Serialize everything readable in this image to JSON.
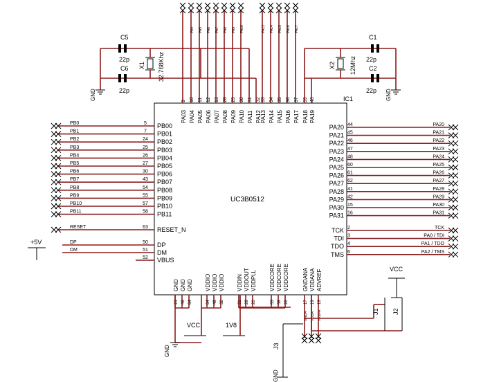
{
  "ic": {
    "name": "UC3B0512",
    "ref": "IC1",
    "left_pins": [
      {
        "net": "PB0",
        "num": "5",
        "name": "PB00"
      },
      {
        "net": "PB1",
        "num": "7",
        "name": "PB01"
      },
      {
        "net": "PB2",
        "num": "24",
        "name": "PB02"
      },
      {
        "net": "PB3",
        "num": "25",
        "name": "PB03"
      },
      {
        "net": "PB4",
        "num": "26",
        "name": "PB04"
      },
      {
        "net": "PB5",
        "num": "27",
        "name": "PB05"
      },
      {
        "net": "PB6",
        "num": "30",
        "name": "PB06"
      },
      {
        "net": "PB7",
        "num": "43",
        "name": "PB07"
      },
      {
        "net": "PB8",
        "num": "54",
        "name": "PB08"
      },
      {
        "net": "PB9",
        "num": "55",
        "name": "PB09"
      },
      {
        "net": "PB10",
        "num": "57",
        "name": "PB10"
      },
      {
        "net": "PB11",
        "num": "58",
        "name": "PB11"
      },
      {
        "net": "RESET",
        "num": "63",
        "name": "RESET_N"
      },
      {
        "net": "DP",
        "num": "50",
        "name": "DP"
      },
      {
        "net": "DM",
        "num": "51",
        "name": "DM"
      },
      {
        "net": "",
        "num": "52",
        "name": "VBUS"
      }
    ],
    "right_pins": [
      {
        "net": "PA20",
        "num": "44",
        "name": "PA20"
      },
      {
        "net": "PA21",
        "num": "45",
        "name": "PA21"
      },
      {
        "net": "PA22",
        "num": "46",
        "name": "PA22"
      },
      {
        "net": "PA23",
        "num": "47",
        "name": "PA23"
      },
      {
        "net": "PA24",
        "num": "48",
        "name": "PA24"
      },
      {
        "net": "PA25",
        "num": "60",
        "name": "PA25"
      },
      {
        "net": "PA26",
        "num": "61",
        "name": "PA26"
      },
      {
        "net": "PA27",
        "num": "62",
        "name": "PA27"
      },
      {
        "net": "PA28",
        "num": "41",
        "name": "PA28"
      },
      {
        "net": "PA29",
        "num": "42",
        "name": "PA29"
      },
      {
        "net": "PA30",
        "num": "15",
        "name": "PA30"
      },
      {
        "net": "PA31",
        "num": "16",
        "name": "PA31"
      },
      {
        "net": "TCK",
        "num": "2",
        "name": "TCK"
      },
      {
        "net": "PA0 / TDI",
        "num": "3",
        "name": "TDI"
      },
      {
        "net": "PA1 / TDO",
        "num": "4",
        "name": "TDO"
      },
      {
        "net": "PA2 / TMS",
        "num": "6",
        "name": "TMS"
      }
    ],
    "top_pins": [
      {
        "net": "",
        "num": "9",
        "name": "PA03"
      },
      {
        "net": "PA4",
        "num": "10",
        "name": "PA04"
      },
      {
        "net": "PA5",
        "num": "11",
        "name": "PA05"
      },
      {
        "net": "PA6",
        "num": "12",
        "name": "PA06"
      },
      {
        "net": "PA7",
        "num": "13",
        "name": "PA07"
      },
      {
        "net": "PA8",
        "num": "28",
        "name": "PA08"
      },
      {
        "net": "PA9",
        "num": "29",
        "name": "PA09"
      },
      {
        "net": "PA10",
        "num": "30",
        "name": "PA10"
      },
      {
        "net": "",
        "num": "31",
        "name": "PA11"
      },
      {
        "net": "",
        "num": "32",
        "name": "PA12"
      },
      {
        "net": "PA13",
        "num": "33",
        "name": "PA13"
      },
      {
        "net": "PA14",
        "num": "34",
        "name": "PA14"
      },
      {
        "net": "PA15",
        "num": "35",
        "name": "PA15"
      },
      {
        "net": "PA16",
        "num": "36",
        "name": "PA16"
      },
      {
        "net": "PA17",
        "num": "37",
        "name": "PA17"
      },
      {
        "net": "",
        "num": "39",
        "name": "PA18"
      },
      {
        "net": "",
        "num": "40",
        "name": "PA19"
      }
    ],
    "bottom_pins": [
      {
        "net": "",
        "num": "23",
        "name": "GND"
      },
      {
        "net": "",
        "num": "49",
        "name": "GND"
      },
      {
        "net": "",
        "num": "64",
        "name": "GND"
      },
      {
        "net": "",
        "num": "64",
        "name": "VDDIO"
      },
      {
        "net": "",
        "num": "48",
        "name": "VDDIO"
      },
      {
        "net": "",
        "num": "32",
        "name": "VDDIO"
      },
      {
        "net": "",
        "num": "21",
        "name": "VDDIN"
      },
      {
        "net": "",
        "num": "28",
        "name": "VDDOUT"
      },
      {
        "net": "",
        "num": "20",
        "name": "VDDPLL"
      },
      {
        "net": "",
        "num": "53",
        "name": "VDDCORE"
      },
      {
        "net": "",
        "num": "58",
        "name": "VDDCORE"
      },
      {
        "net": "",
        "num": "22",
        "name": "VDDCORE"
      },
      {
        "net": "GNDA",
        "num": "17",
        "name": "GNDANA"
      },
      {
        "net": "VDDA",
        "num": "19",
        "name": "VDDANA"
      },
      {
        "net": "VREFA",
        "num": "18",
        "name": "ADVREF"
      }
    ]
  },
  "crystals": [
    {
      "ref": "X1",
      "value": "32.768Khz"
    },
    {
      "ref": "X2",
      "value": "12Mhz"
    }
  ],
  "capacitors": [
    {
      "ref": "C5",
      "value": "22p"
    },
    {
      "ref": "C6",
      "value": "22p"
    },
    {
      "ref": "C1",
      "value": "22p"
    },
    {
      "ref": "C2",
      "value": "22p"
    }
  ],
  "power": {
    "plus5v": "+5V",
    "vcc": "VCC",
    "v1v8": "1V8",
    "gnd": "GND"
  },
  "connectors": [
    "J1",
    "J2",
    "J3"
  ],
  "pin_marks": {
    "one": "1",
    "two": "2"
  }
}
